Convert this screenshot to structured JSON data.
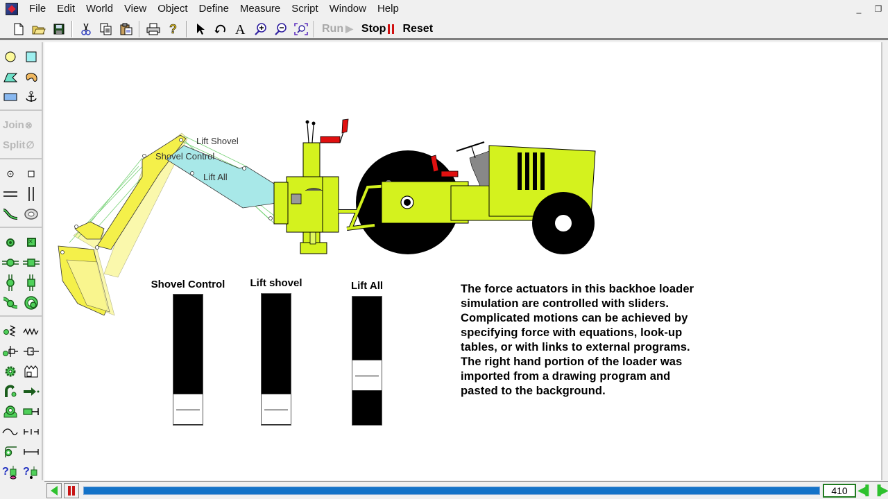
{
  "menubar": {
    "items": [
      {
        "label": "File"
      },
      {
        "label": "Edit"
      },
      {
        "label": "World"
      },
      {
        "label": "View"
      },
      {
        "label": "Object"
      },
      {
        "label": "Define"
      },
      {
        "label": "Measure"
      },
      {
        "label": "Script"
      },
      {
        "label": "Window"
      },
      {
        "label": "Help"
      }
    ],
    "window_controls": {
      "minimize": "_",
      "restore": "❐"
    }
  },
  "toolbar": {
    "icons": [
      "new-file-icon",
      "open-folder-icon",
      "save-icon",
      "cut-icon",
      "copy-icon",
      "paste-icon",
      "print-icon",
      "help-icon",
      "arrow-select-icon",
      "rotate-icon",
      "text-icon",
      "zoom-in-icon",
      "zoom-out-icon",
      "zoom-fit-icon"
    ],
    "run_label": "Run",
    "stop_label": "Stop",
    "reset_label": "Reset"
  },
  "palette": {
    "groups": [
      [
        "circle-body-icon",
        "square-body-icon",
        "polygon-body-icon",
        "curved-body-icon",
        "rectangle-body-icon",
        "anchor-icon"
      ],
      [
        "Join",
        "Split"
      ],
      [
        "point-icon",
        "square-point-icon",
        "horizontal-slot-icon",
        "vertical-slot-icon",
        "curved-slot-icon",
        "keyed-slot-icon"
      ],
      [
        "pin-joint-icon",
        "rigid-joint-icon",
        "horizontal-pin-slot-icon",
        "horizontal-keyed-slot-icon",
        "vertical-pin-slot-icon",
        "vertical-keyed-slot-icon",
        "curved-pin-slot-icon",
        "curved-keyed-slot-icon"
      ],
      [
        "spring-icon",
        "spring-damper-icon",
        "damper-icon",
        "linear-actuator-icon",
        "gear-icon",
        "pulley-icon",
        "motor-icon",
        "force-icon",
        "rotary-motor-icon",
        "actuator-icon",
        "rope-icon",
        "separator-icon",
        "torque-icon",
        "rod-icon",
        "query-point-icon",
        "query-constraint-icon"
      ]
    ],
    "join_label": "Join",
    "split_label": "Split"
  },
  "canvas": {
    "drawing_labels": {
      "lift_shovel": "Lift Shovel",
      "shovel_control": "Shovel Control",
      "lift_all": "Lift All"
    },
    "sliders": [
      {
        "label": "Shovel Control",
        "thumb_position_pct": 12
      },
      {
        "label": "Lift shovel",
        "thumb_position_pct": 12
      },
      {
        "label": "Lift All",
        "thumb_position_pct": 50
      }
    ],
    "description": "The force actuators in this backhoe loader simulation are controlled with sliders.  Complicated motions can be achieved by specifying force with equations, look-up tables, or with links to external programs.  The right hand portion of the loader was imported from a drawing program and pasted to the background."
  },
  "bottombar": {
    "frame_number": "410",
    "colors": {
      "track": "#1473c8",
      "play": "#2ec12e",
      "pause": "#c81414"
    }
  },
  "colors": {
    "body_yellow_green": "#d4f21e",
    "arm_yellow": "#f4f04a",
    "arm_cyan": "#a8e8e8",
    "seat_red": "#e01010"
  }
}
